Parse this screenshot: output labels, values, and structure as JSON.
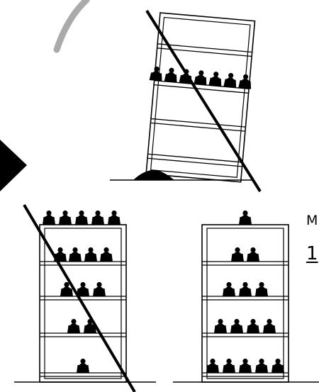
{
  "colors": {
    "ink": "#000000",
    "paper": "#ffffff",
    "arc": "#aaaaaa"
  },
  "captions": {
    "truncated_word": "M",
    "truncated_number": "1"
  },
  "panels": {
    "top": {
      "name": "leaning-shelf-wrong",
      "crossed_out": true,
      "weights_on_shelf": 7,
      "icon": "arrow-right-icon"
    },
    "bottom_left": {
      "name": "top-heavy-shelf-wrong",
      "crossed_out": true,
      "weights_per_shelf_top_to_bottom": [
        5,
        4,
        3,
        2,
        1
      ]
    },
    "bottom_right": {
      "name": "bottom-heavy-shelf-correct",
      "crossed_out": false,
      "weights_per_shelf_top_to_bottom": [
        1,
        2,
        3,
        4,
        5
      ]
    }
  }
}
